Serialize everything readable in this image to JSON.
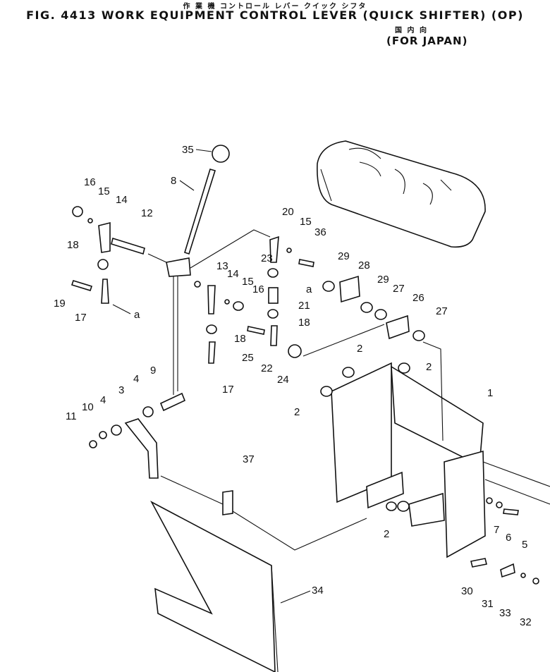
{
  "header": {
    "title_jp": "作 業 機 コントロール レバー クイック シフタ",
    "title": "FIG. 4413 WORK EQUIPMENT CONTROL LEVER (QUICK SHIFTER) (OP)",
    "subtitle_jp": "国 内 向",
    "subtitle": "(FOR JAPAN)"
  },
  "callouts": [
    "1",
    "2",
    "3",
    "4",
    "5",
    "6",
    "7",
    "8",
    "9",
    "10",
    "11",
    "12",
    "13",
    "14",
    "15",
    "16",
    "17",
    "18",
    "19",
    "20",
    "21",
    "22",
    "23",
    "24",
    "25",
    "26",
    "27",
    "28",
    "29",
    "30",
    "31",
    "32",
    "33",
    "34",
    "35",
    "36",
    "37",
    "a"
  ]
}
